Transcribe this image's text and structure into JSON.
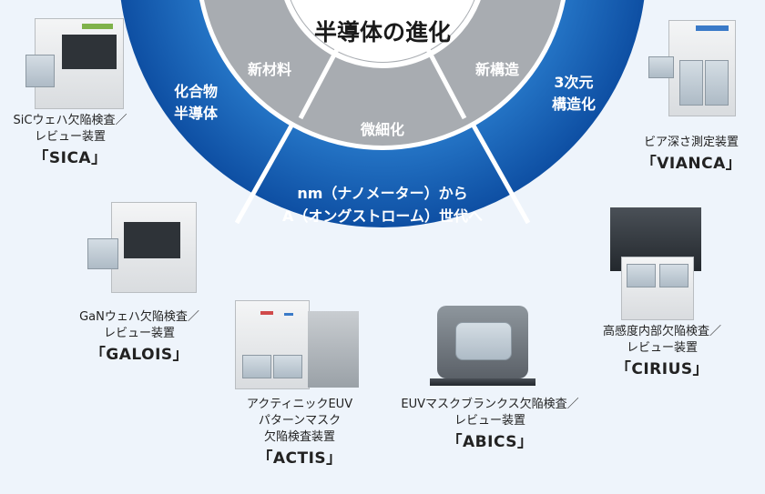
{
  "center": {
    "title": "半導体の進化"
  },
  "inner_ring": {
    "left": "新材料",
    "middle": "微細化",
    "right": "新構造",
    "color": "#a8acb1"
  },
  "outer_ring": {
    "left_line1": "化合物",
    "left_line2": "半導体",
    "middle_line1": "nm（ナノメーター）から",
    "middle_line2": "A（オングストローム）世代へ",
    "right_line1": "3次元",
    "right_line2": "構造化",
    "color_dark": "#0e4fa3",
    "color_light": "#2f86d6"
  },
  "products": [
    {
      "id": "sica",
      "desc": [
        "SiCウェハ欠陥検査／",
        "レビュー装置"
      ],
      "name": "「SICA」"
    },
    {
      "id": "galois",
      "desc": [
        "GaNウェハ欠陥検査／",
        "レビュー装置"
      ],
      "name": "「GALOIS」"
    },
    {
      "id": "actis",
      "desc": [
        "アクティニックEUV",
        "パターンマスク",
        "欠陥検査装置"
      ],
      "name": "「ACTIS」"
    },
    {
      "id": "abics",
      "desc": [
        "EUVマスクブランクス欠陥検査／",
        "レビュー装置"
      ],
      "name": "「ABICS」"
    },
    {
      "id": "cirius",
      "desc": [
        "高感度内部欠陥検査／",
        "レビュー装置"
      ],
      "name": "「CIRIUS」"
    },
    {
      "id": "vianca",
      "desc": [
        "ビア深さ測定装置"
      ],
      "name": "「VIANCA」"
    }
  ]
}
